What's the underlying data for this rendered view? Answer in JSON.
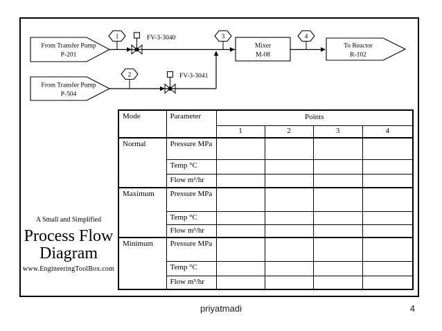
{
  "footer": {
    "author": "priyatmadi",
    "page": "4"
  },
  "caption": {
    "tagline": "A Small and Simplified",
    "title_line1": "Process Flow",
    "title_line2": "Diagram",
    "website": "www.EngineeringToolBox.com"
  },
  "diagram": {
    "source1_line1": "From Transfer Pump",
    "source1_line2": "P-201",
    "source2_line1": "From Transfer Pump",
    "source2_line2": "P-504",
    "valve1_tag": "FV-3-3040",
    "valve2_tag": "FV-3-3041",
    "point1": "1",
    "point2": "2",
    "point3": "3",
    "point4": "4",
    "mixer_line1": "Mixer",
    "mixer_line2": "M-08",
    "dest_line1": "To Reactor",
    "dest_line2": "R-102"
  },
  "table": {
    "col_mode": "Mode",
    "col_parameter": "Parameter",
    "col_points": "Points",
    "point_cols": [
      "1",
      "2",
      "3",
      "4"
    ],
    "modes": [
      {
        "name": "Normal",
        "params": [
          "Pressure MPa",
          "Temp °C",
          "Flow m³/hr"
        ]
      },
      {
        "name": "Maximum",
        "params": [
          "Pressure MPa",
          "Temp °C",
          "Flow m³/hr"
        ]
      },
      {
        "name": "Minimum",
        "params": [
          "Pressure MPa",
          "Temp °C",
          "Flow m³/hr"
        ]
      }
    ]
  }
}
